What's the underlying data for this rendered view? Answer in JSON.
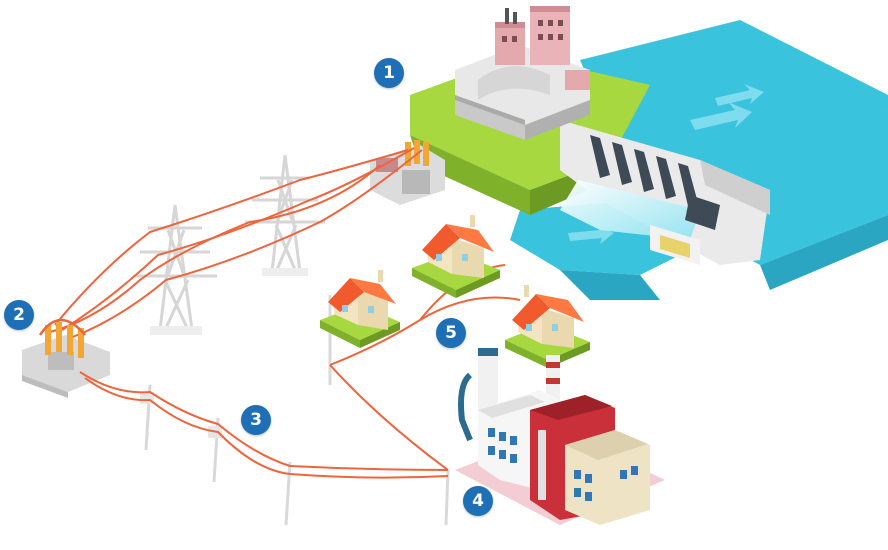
{
  "markers": [
    {
      "id": "hydro-plant",
      "label": "1"
    },
    {
      "id": "substation",
      "label": "2"
    },
    {
      "id": "distribution-lines",
      "label": "3"
    },
    {
      "id": "industry",
      "label": "4"
    },
    {
      "id": "homes",
      "label": "5"
    }
  ],
  "colors": {
    "water": "#39c3dc",
    "grass": "#9ed43a",
    "power_line": "#f0643c",
    "roof": "#f05a2c",
    "tower": "#dcdcdc",
    "badge": "#1e6fb5"
  }
}
